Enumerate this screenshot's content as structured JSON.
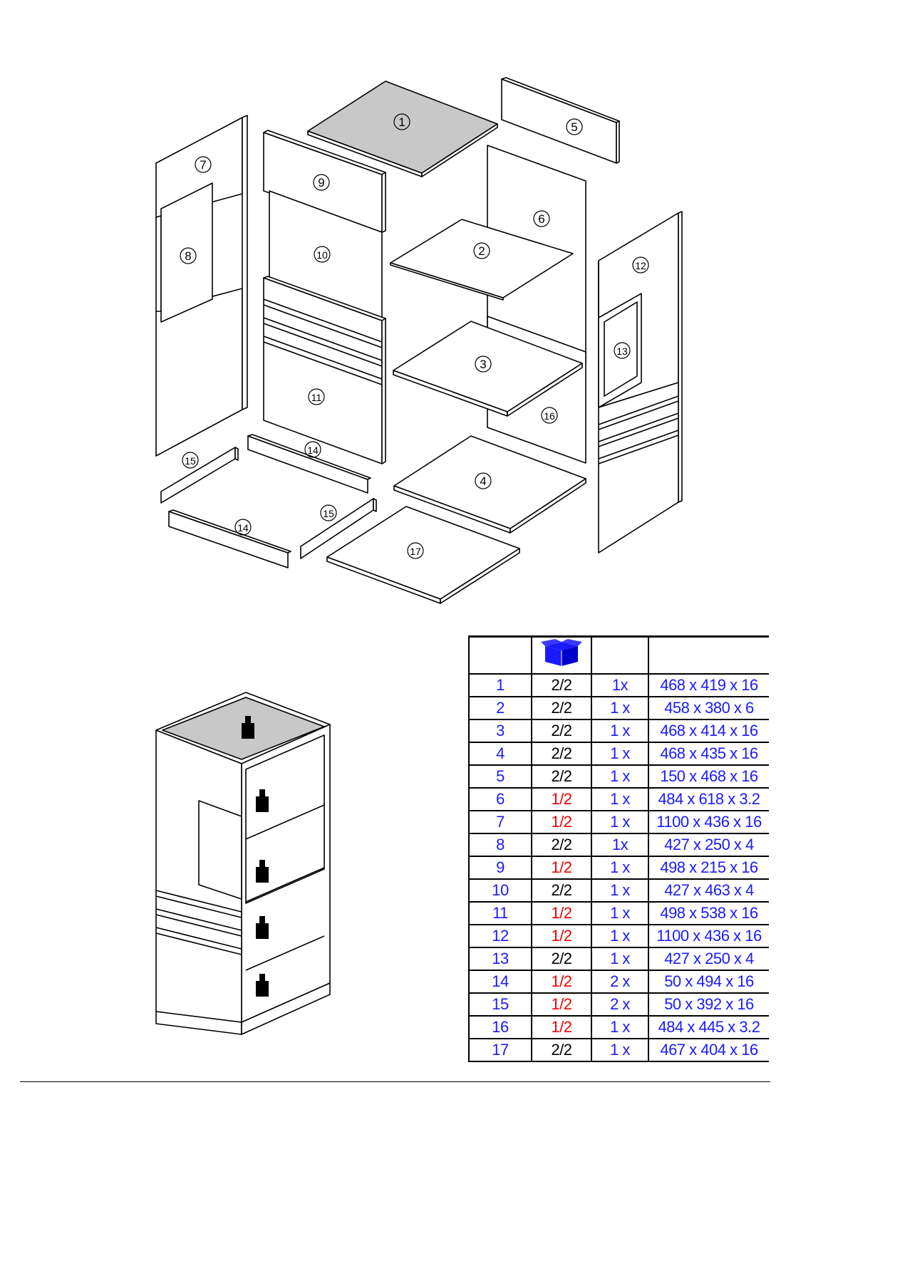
{
  "exploded_view": {
    "callouts": [
      "1",
      "2",
      "3",
      "4",
      "5",
      "6",
      "7",
      "8",
      "9",
      "10",
      "11",
      "12",
      "13",
      "14",
      "14",
      "15",
      "15",
      "16",
      "17"
    ]
  },
  "package_icon": "package-box-icon",
  "parts_table": {
    "rows": [
      {
        "id": "1",
        "box": "2/2",
        "box_color": "#000000",
        "qty": "1x",
        "dims": "468 x 419 x 16"
      },
      {
        "id": "2",
        "box": "2/2",
        "box_color": "#000000",
        "qty": "1 x",
        "dims": "458 x 380 x 6"
      },
      {
        "id": "3",
        "box": "2/2",
        "box_color": "#000000",
        "qty": "1 x",
        "dims": "468 x 414 x 16"
      },
      {
        "id": "4",
        "box": "2/2",
        "box_color": "#000000",
        "qty": "1 x",
        "dims": "468 x 435 x 16"
      },
      {
        "id": "5",
        "box": "2/2",
        "box_color": "#000000",
        "qty": "1 x",
        "dims": "150 x 468 x 16"
      },
      {
        "id": "6",
        "box": "1/2",
        "box_color": "#ee0000",
        "qty": "1 x",
        "dims": "484 x 618 x 3.2"
      },
      {
        "id": "7",
        "box": "1/2",
        "box_color": "#ee0000",
        "qty": "1 x",
        "dims": "1100 x 436 x 16"
      },
      {
        "id": "8",
        "box": "2/2",
        "box_color": "#000000",
        "qty": "1x",
        "dims": "427 x 250 x 4"
      },
      {
        "id": "9",
        "box": "1/2",
        "box_color": "#ee0000",
        "qty": "1 x",
        "dims": "498 x 215 x 16"
      },
      {
        "id": "10",
        "box": "2/2",
        "box_color": "#000000",
        "qty": "1 x",
        "dims": "427 x 463 x 4"
      },
      {
        "id": "11",
        "box": "1/2",
        "box_color": "#ee0000",
        "qty": "1 x",
        "dims": "498 x 538 x 16"
      },
      {
        "id": "12",
        "box": "1/2",
        "box_color": "#ee0000",
        "qty": "1 x",
        "dims": "1100 x 436 x 16"
      },
      {
        "id": "13",
        "box": "2/2",
        "box_color": "#000000",
        "qty": "1 x",
        "dims": "427 x 250 x 4"
      },
      {
        "id": "14",
        "box": "1/2",
        "box_color": "#ee0000",
        "qty": "2 x",
        "dims": "50 x 494 x 16"
      },
      {
        "id": "15",
        "box": "1/2",
        "box_color": "#ee0000",
        "qty": "2 x",
        "dims": "50 x 392 x 16"
      },
      {
        "id": "16",
        "box": "1/2",
        "box_color": "#ee0000",
        "qty": "1 x",
        "dims": "484 x 445 x 3.2"
      },
      {
        "id": "17",
        "box": "2/2",
        "box_color": "#000000",
        "qty": "1 x",
        "dims": "467 x 404 x 16"
      }
    ]
  },
  "colors": {
    "table_blue": "#1a1aff",
    "table_red": "#ee0000",
    "panel_grey": "#c8c8c8"
  }
}
